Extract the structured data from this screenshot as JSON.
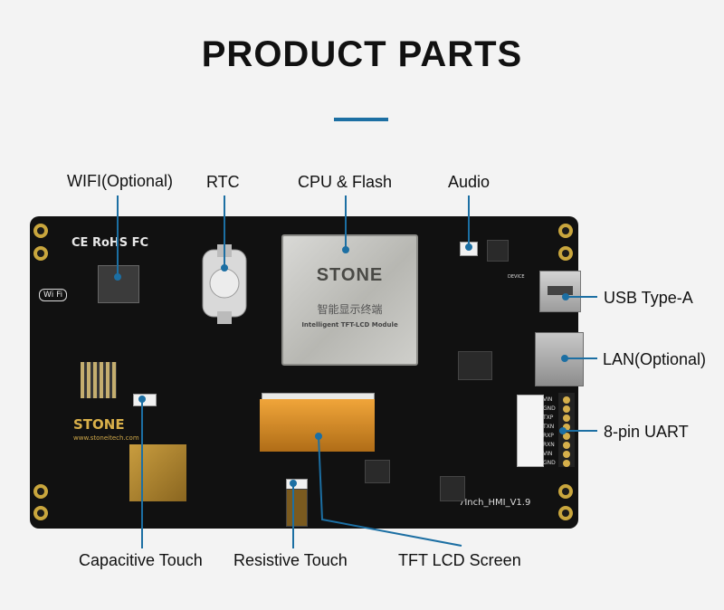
{
  "title": "PRODUCT PARTS",
  "labels": {
    "wifi": "WIFI(Optional)",
    "rtc": "RTC",
    "cpu_flash": "CPU & Flash",
    "audio": "Audio",
    "usb": "USB Type-A",
    "lan": "LAN(Optional)",
    "uart": "8-pin UART",
    "capacitive": "Capacitive Touch",
    "resistive": "Resistive Touch",
    "tft": "TFT LCD Screen"
  },
  "board": {
    "cpu_brand": "STONE",
    "cpu_chinese": "智能显示终端",
    "cpu_subtitle": "Intelligent TFT-LCD Module",
    "brand": "STONE",
    "website": "www.stoneitech.com",
    "version": "7Inch_HMI_V1.9",
    "certs": "CE RoHS FC",
    "wifi_mark": "Wi Fi",
    "device_label": "DEVICE",
    "uart_pins": [
      "VIN",
      "GND",
      "TXP",
      "TXN",
      "RXP",
      "RXN",
      "VIN",
      "GND"
    ]
  },
  "colors": {
    "accent": "#1c6fa3",
    "board": "#111111",
    "line": "#1c6fa3"
  }
}
